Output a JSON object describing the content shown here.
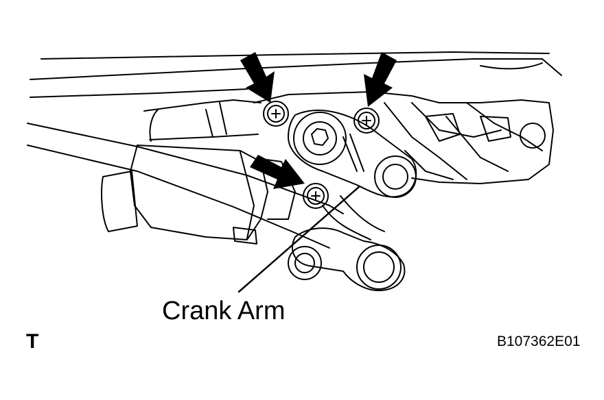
{
  "callout": {
    "label": "Crank Arm"
  },
  "view_marker": "T",
  "figure_code": "B107362E01",
  "icons": {
    "arrows": [
      "arrow-bolt-upper-left",
      "arrow-bolt-upper-right",
      "arrow-bolt-lower"
    ],
    "bolts": [
      "bolt-upper-left",
      "bolt-upper-right",
      "bolt-lower"
    ]
  },
  "colors": {
    "ink": "#000000",
    "paper": "#ffffff"
  }
}
